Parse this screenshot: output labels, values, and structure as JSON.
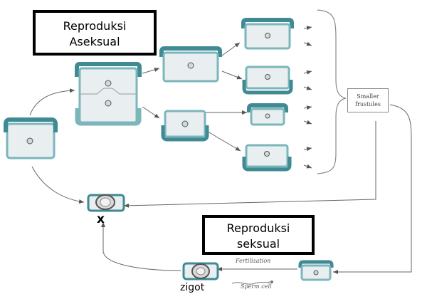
{
  "asexual_box": {
    "line1": "Reproduksi",
    "line2": "Aseksual"
  },
  "sexual_box": {
    "line1": "Reproduksi",
    "line2": "seksual"
  },
  "smaller_box": {
    "line1": "Smaller",
    "line2": "frustules"
  },
  "labels": {
    "auxospore": "x",
    "zygote": "zigot",
    "fertilization": "Fertilization",
    "sperm": "Sperm cell"
  },
  "colors": {
    "frustule": "#3f8a93",
    "frustule_light": "#7bb6bb",
    "cell_fill": "#e9eff0",
    "arrow": "#555555"
  }
}
